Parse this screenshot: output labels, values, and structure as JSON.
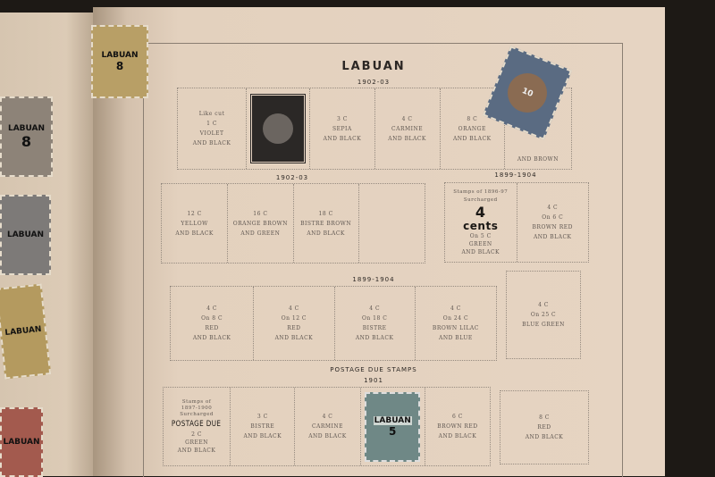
{
  "title": "LABUAN",
  "section1": {
    "year": "1902-03",
    "cells": [
      {
        "lines": [
          "Like cut",
          "1 C",
          "VIOLET",
          "AND BLACK"
        ]
      },
      {
        "image": "printed-cut-crown-two-cents"
      },
      {
        "lines": [
          "3 C",
          "SEPIA",
          "AND BLACK"
        ]
      },
      {
        "lines": [
          "4 C",
          "CARMINE",
          "AND BLACK"
        ]
      },
      {
        "lines": [
          "8 C",
          "ORANGE",
          "AND BLACK"
        ]
      },
      {
        "lines": [
          "AND BROWN"
        ]
      }
    ]
  },
  "section2": {
    "year": "1902-03",
    "cells": [
      {
        "lines": [
          "12 C",
          "YELLOW",
          "AND BLACK"
        ]
      },
      {
        "lines": [
          "16 C",
          "ORANGE BROWN",
          "AND GREEN"
        ]
      },
      {
        "lines": [
          "18 C",
          "BISTRE BROWN",
          "AND BLACK"
        ]
      },
      {
        "lines": []
      }
    ]
  },
  "section3": {
    "year": "1899-1904",
    "surcharge": {
      "top": [
        "Stamps of 1896-97",
        "Surcharged"
      ],
      "big1": "4",
      "big2": "cents",
      "bottom": [
        "On 5 C",
        "GREEN",
        "AND BLACK"
      ]
    },
    "cell": [
      "4 C",
      "On 6 C",
      "BROWN RED",
      "AND BLACK"
    ]
  },
  "section4": {
    "year": "1899-1904",
    "cells": [
      [
        "4 C",
        "On 8 C",
        "RED",
        "AND BLACK"
      ],
      [
        "4 C",
        "On 12 C",
        "RED",
        "AND BLACK"
      ],
      [
        "4 C",
        "On 18 C",
        "BISTRE",
        "AND BLACK"
      ],
      [
        "4 C",
        "On 24 C",
        "BROWN LILAC",
        "AND BLUE"
      ]
    ],
    "extra": [
      "4 C",
      "On 25 C",
      "BLUE GREEN"
    ]
  },
  "postage_due": {
    "heading": "POSTAGE DUE STAMPS",
    "year": "1901",
    "first": {
      "top": [
        "Stamps of",
        "1897-1900",
        "Surcharged"
      ],
      "big": "POSTAGE DUE",
      "bottom": [
        "2 C",
        "GREEN",
        "AND BLACK"
      ]
    },
    "cells": [
      [
        "3 C",
        "BISTRE",
        "AND BLACK"
      ],
      [
        "4 C",
        "CARMINE",
        "AND BLACK"
      ],
      [],
      [
        "6 C",
        "BROWN RED",
        "AND BLACK"
      ]
    ],
    "extra": [
      "8 C",
      "RED",
      "AND BLACK"
    ]
  },
  "stamps": {
    "overprint": "LABUAN",
    "value_8": "8",
    "value_10": "10",
    "value_5": "5"
  }
}
